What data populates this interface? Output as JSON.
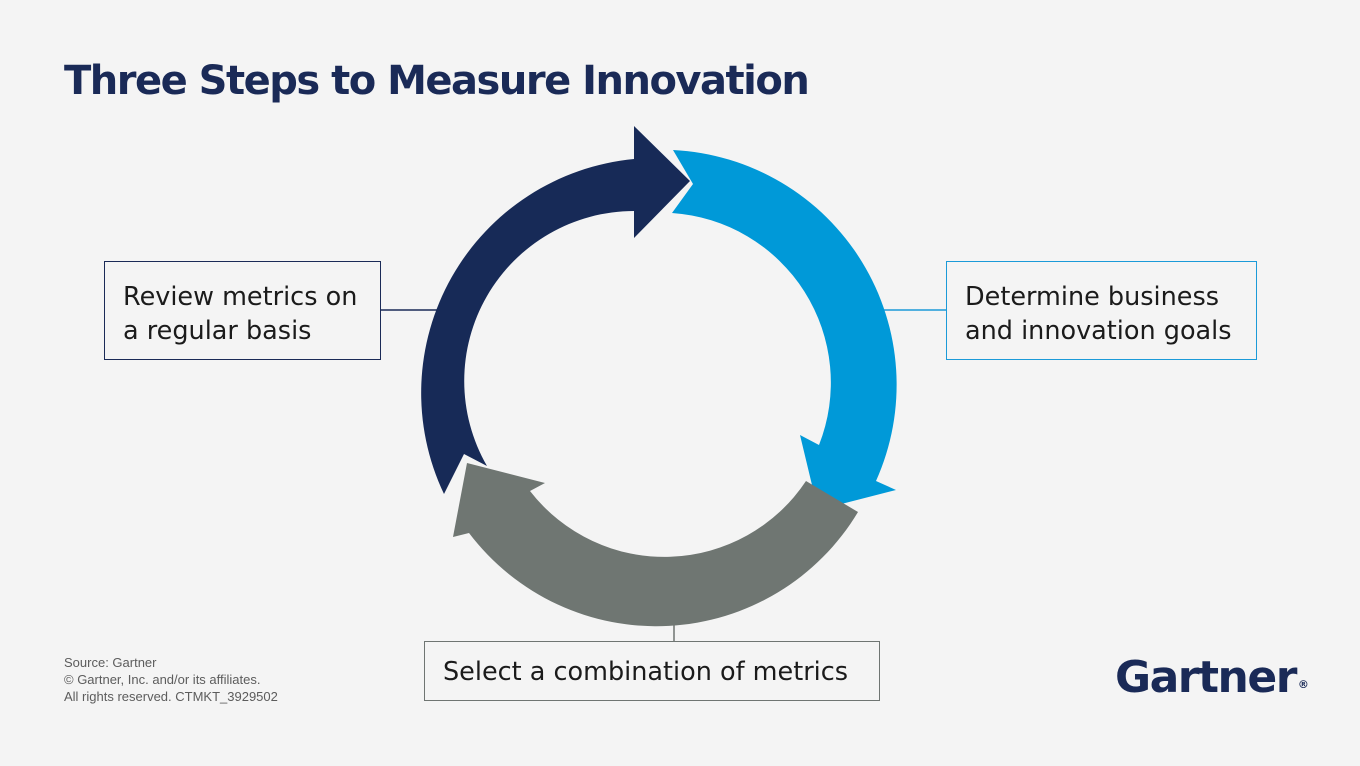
{
  "title": "Three Steps to Measure Innovation",
  "steps": [
    {
      "label": "Determine business and innovation goals",
      "color": "#0099d8",
      "lines": [
        "Determine business",
        "and innovation goals"
      ]
    },
    {
      "label": "Select a combination of metrics",
      "color": "#6f7672"
    },
    {
      "label": "Review metrics on a regular basis",
      "color": "#172a57",
      "lines": [
        "Review metrics on",
        "a regular basis"
      ]
    }
  ],
  "source": {
    "line1": "Source: Gartner",
    "line2": "© Gartner, Inc. and/or its affiliates.",
    "line3": "All rights reserved. CTMKT_3929502"
  },
  "logo": {
    "text": "Gartner",
    "mark": "®"
  },
  "icons": {
    "cycle": "circular-arrows-icon"
  }
}
